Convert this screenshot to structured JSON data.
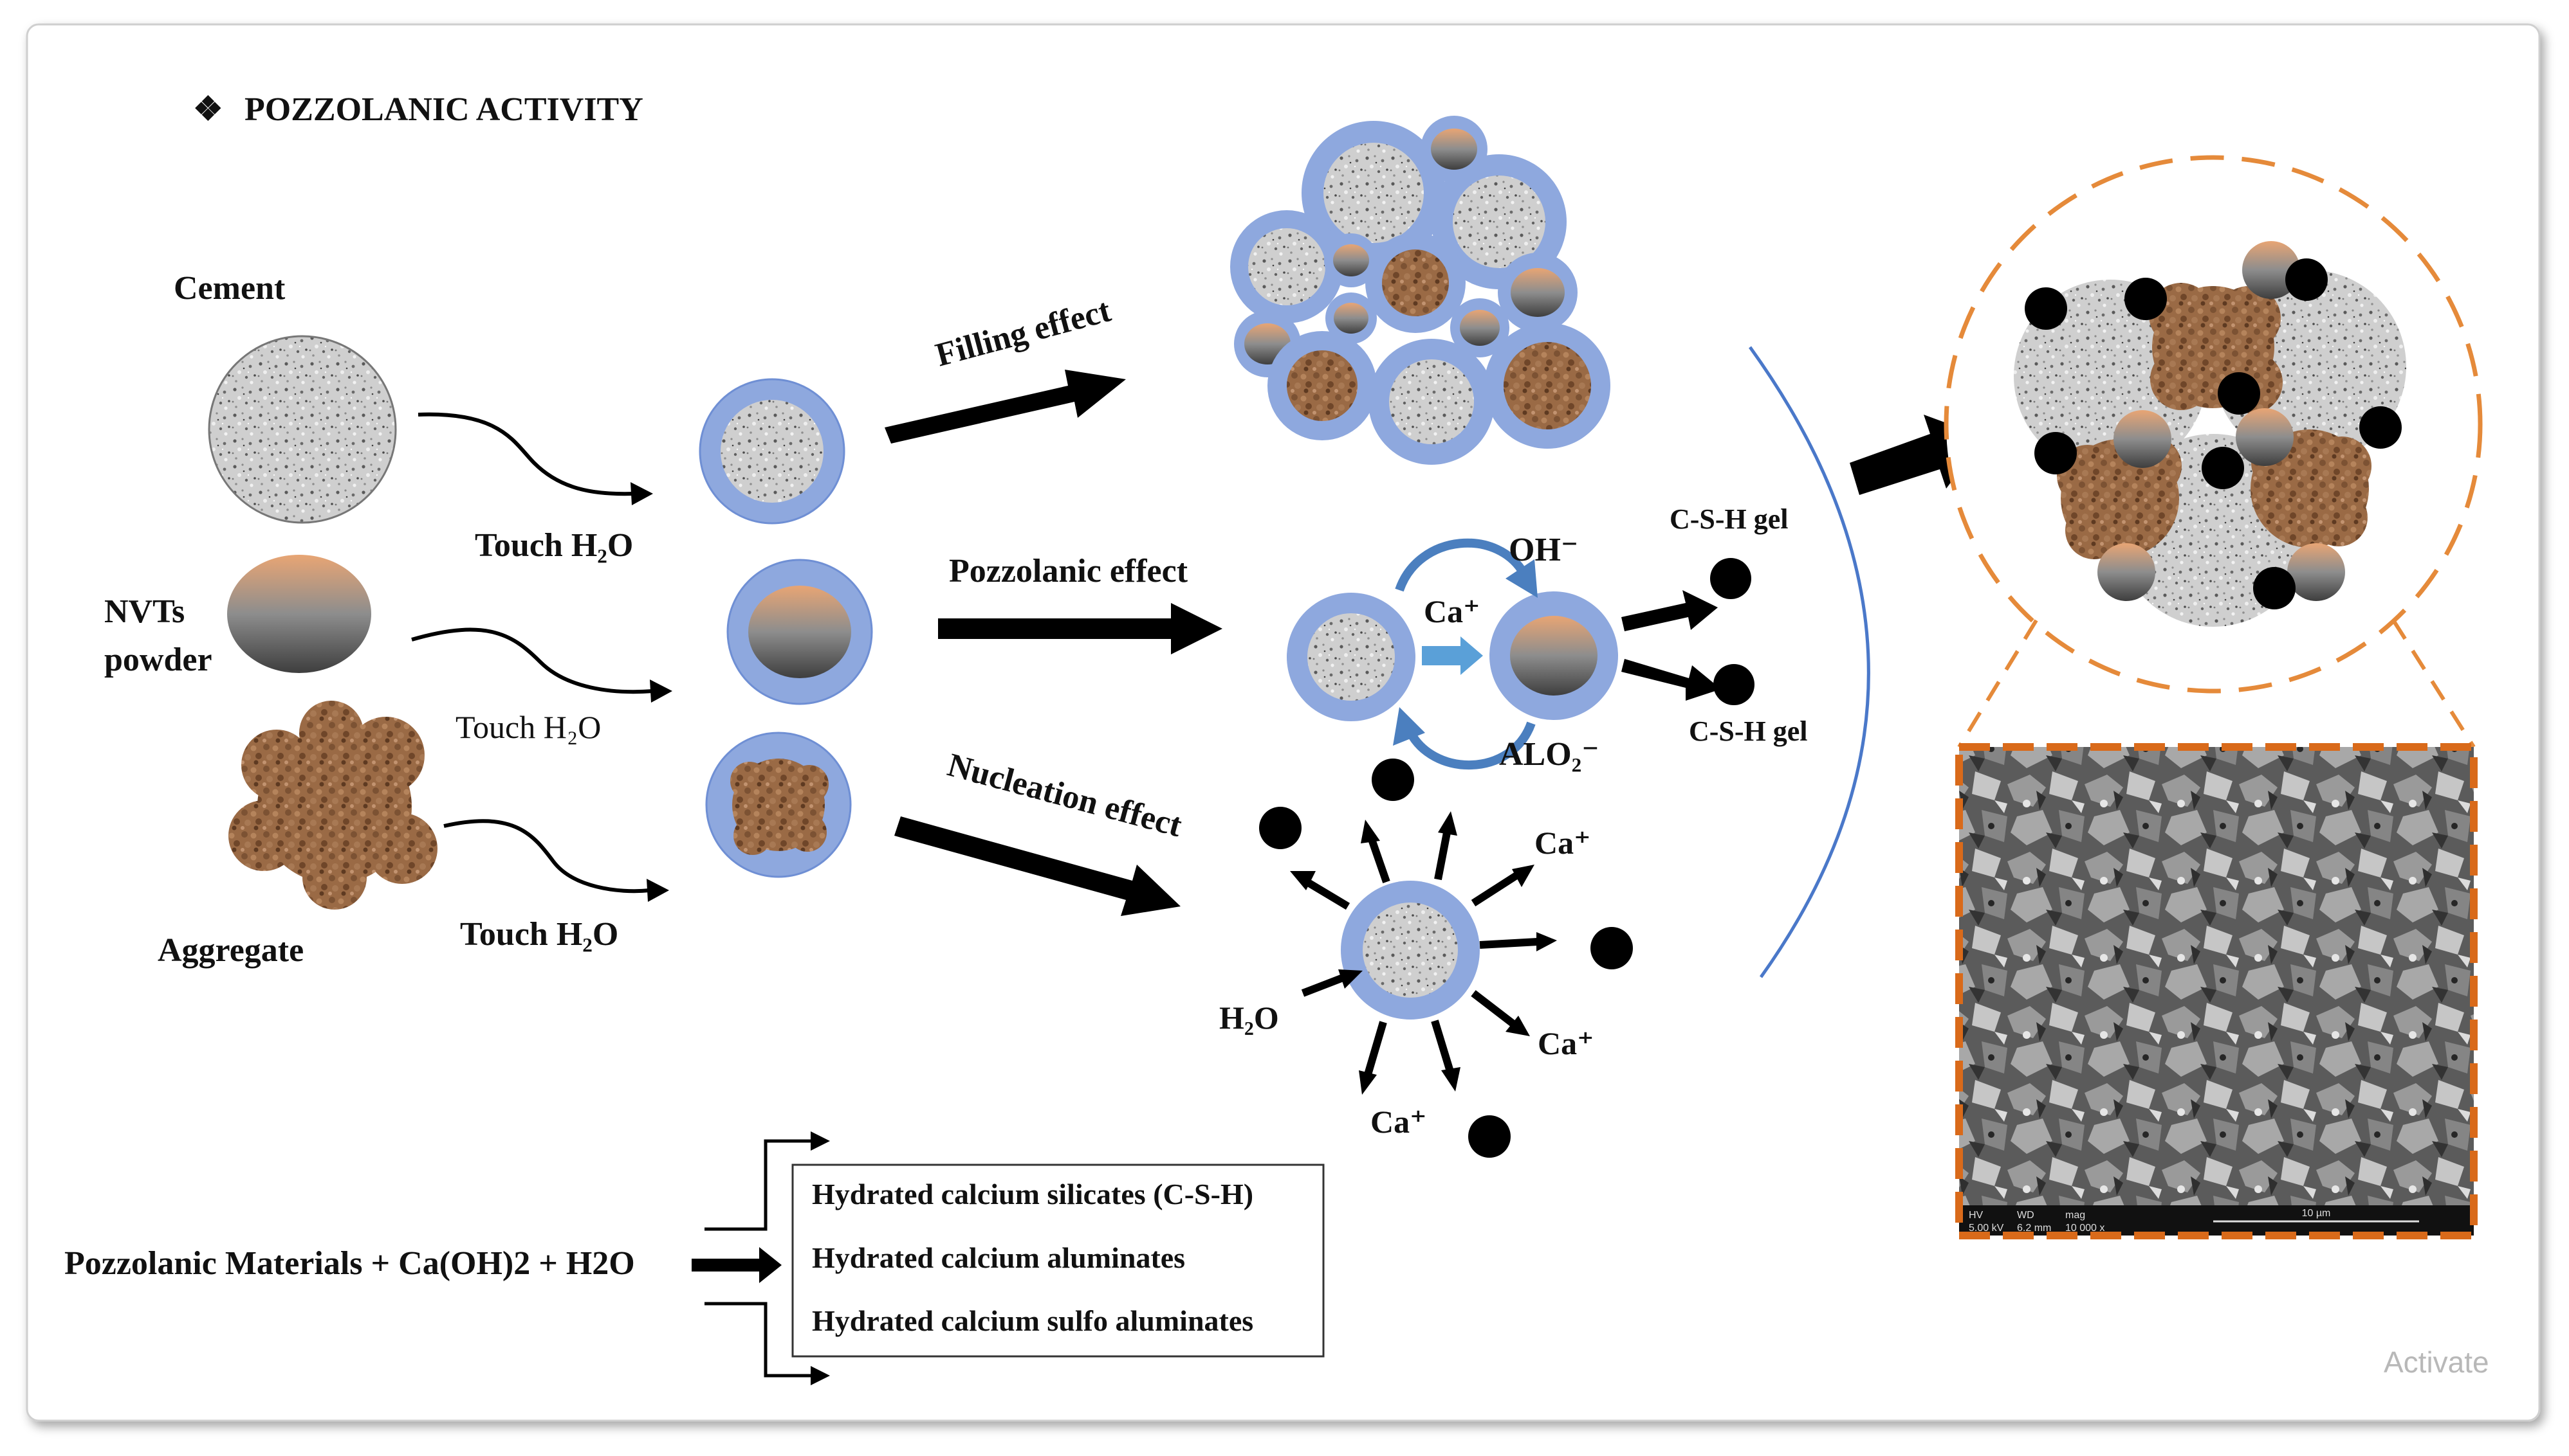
{
  "title": "POZZOLANIC ACTIVITY",
  "bullet": "❖",
  "inputs": {
    "cement": "Cement",
    "nvts_line1": "NVTs",
    "nvts_line2": "powder",
    "aggregate": "Aggregate",
    "touch_cement": "Touch H₂O",
    "touch_nvts": "Touch H₂O",
    "touch_aggregate": "Touch H₂O"
  },
  "effects": {
    "filling": "Filling effect",
    "pozzolanic": "Pozzolanic effect",
    "nucleation": "Nucleation effect"
  },
  "pozzolanic_labels": {
    "oh": "OH⁻",
    "ca": "Ca⁺",
    "alo": "ALO₂⁻",
    "csh_top": "C-S-H gel",
    "csh_bottom": "C-S-H gel"
  },
  "nucleation_labels": {
    "ca1": "Ca⁺",
    "ca2": "Ca⁺",
    "ca3": "Ca⁺",
    "h2o": "H₂O"
  },
  "reaction": {
    "reactants": "Pozzolanic Materials + Ca(OH)2 + H2O",
    "products": [
      "Hydrated calcium silicates (C-S-H)",
      "Hydrated calcium aluminates",
      "Hydrated calcium sulfo aluminates"
    ]
  },
  "sem_footer": [
    "HV",
    "WD",
    "mag",
    "5.00 kV",
    "6.2 mm",
    "10 000 x",
    "10 µm"
  ],
  "watermark": "Activate",
  "colors": {
    "halo": "#8ea8de",
    "halo_stroke": "#6f8fd4",
    "cement": "#c8c8c8",
    "aggregate": "#9a6a45",
    "nvts_top": "#e8a574",
    "nvts_bottom": "#4a4a4a",
    "dash": "#e58a3a",
    "sem_frame": "#d96a1a",
    "blue_arrow": "#4b7fbf",
    "arc": "#4a78c9"
  }
}
